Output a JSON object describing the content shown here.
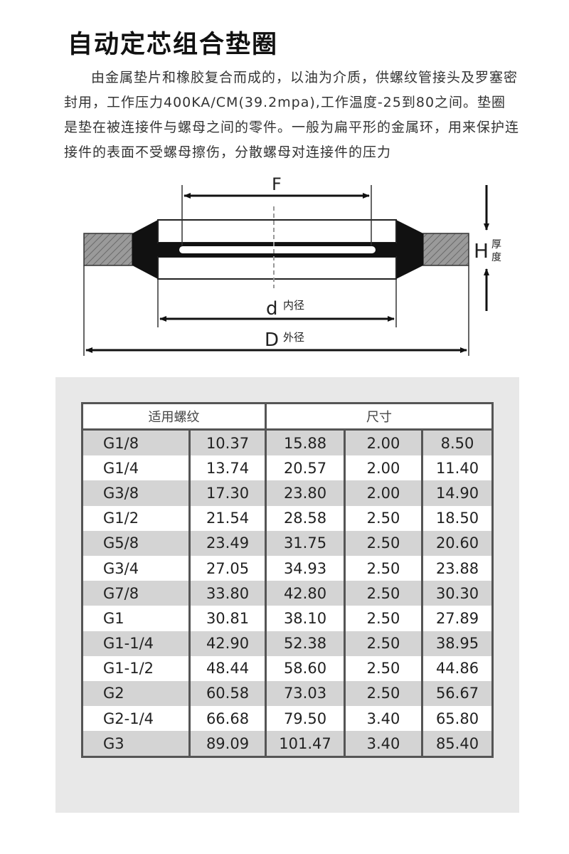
{
  "header": {
    "title": "自动定芯组合垫圈"
  },
  "description": {
    "text": "由金属垫片和橡胶复合而成的，以油为介质，供螺纹管接头及罗塞密封用，工作压力400KA/CM(39.2mpa),工作温度-25到80之间。垫圈是垫在被连接件与螺母之间的零件。一般为扁平形的金属环，用来保护连接件的表面不受螺母擦伤，分散螺母对连接件的压力"
  },
  "diagram": {
    "label_F": "F",
    "label_d": "d",
    "label_d_note": "内径",
    "label_D": "D",
    "label_D_note": "外径",
    "label_H": "H",
    "label_H_note_1": "厚",
    "label_H_note_2": "度"
  },
  "table": {
    "headers": [
      "适用螺纹",
      "尺寸"
    ],
    "rows": [
      [
        "G1/8",
        "10.37",
        "15.88",
        "2.00",
        "8.50"
      ],
      [
        "G1/4",
        "13.74",
        "20.57",
        "2.00",
        "11.40"
      ],
      [
        "G3/8",
        "17.30",
        "23.80",
        "2.00",
        "14.90"
      ],
      [
        "G1/2",
        "21.54",
        "28.58",
        "2.50",
        "18.50"
      ],
      [
        "G5/8",
        "23.49",
        "31.75",
        "2.50",
        "20.60"
      ],
      [
        "G3/4",
        "27.05",
        "34.93",
        "2.50",
        "23.88"
      ],
      [
        "G7/8",
        "33.80",
        "42.80",
        "2.50",
        "30.30"
      ],
      [
        "G1",
        "30.81",
        "38.10",
        "2.50",
        "27.89"
      ],
      [
        "G1-1/4",
        "42.90",
        "52.38",
        "2.50",
        "38.95"
      ],
      [
        "G1-1/2",
        "48.44",
        "58.60",
        "2.50",
        "44.86"
      ],
      [
        "G2",
        "60.58",
        "73.03",
        "2.50",
        "56.67"
      ],
      [
        "G2-1/4",
        "66.68",
        "79.50",
        "3.40",
        "65.80"
      ],
      [
        "G3",
        "89.09",
        "101.47",
        "3.40",
        "85.40"
      ]
    ]
  }
}
